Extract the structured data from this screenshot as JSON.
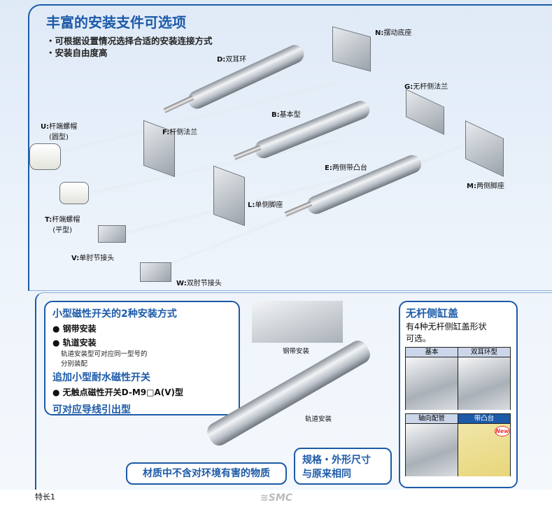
{
  "header": {
    "title": "丰富的安装支件可选项",
    "bullets": [
      "・可根据设置情况选择合适的安装连接方式",
      "・安装自由度高"
    ]
  },
  "parts": {
    "D": {
      "code": "D:",
      "name": "双耳环"
    },
    "N": {
      "code": "N:",
      "name": "摆动底座"
    },
    "B": {
      "code": "B:",
      "name": "基本型"
    },
    "G": {
      "code": "G:",
      "name": "无杆侧法兰"
    },
    "U": {
      "code": "U:",
      "name": "杆端螺帽",
      "sub": "(圆型)"
    },
    "F": {
      "code": "F:",
      "name": "杆侧法兰"
    },
    "E": {
      "code": "E:",
      "name": "两侧带凸台"
    },
    "M": {
      "code": "M:",
      "name": "两侧脚座"
    },
    "L": {
      "code": "L:",
      "name": "单侧脚座"
    },
    "T": {
      "code": "T:",
      "name": "杆端螺帽",
      "sub": "(平型)"
    },
    "V": {
      "code": "V:",
      "name": "单肘节接头"
    },
    "W": {
      "code": "W:",
      "name": "双肘节接头"
    }
  },
  "switch_box": {
    "heading1": "小型磁性开关的2种安装方式",
    "item1": "● 钢带安装",
    "item2": "● 轨道安装",
    "note": [
      "轨道安装型可对应同一型号的",
      "分别装配"
    ],
    "heading2": "追加小型耐水磁性开关",
    "item3": "● 无触点磁性开关D-M9□A(V)型",
    "heading3": "可对应导线引出型"
  },
  "photo_labels": {
    "band": "钢带安装",
    "rail": "轨道安装"
  },
  "cover_box": {
    "heading": "无杆侧缸盖",
    "text": [
      "有4种无杆侧缸盖形状",
      "可选。"
    ],
    "cells": [
      "基本",
      "双耳环型",
      "轴向配管",
      "带凸台"
    ],
    "new_badge": "New"
  },
  "pills": {
    "material": "材质中不含对环境有害的物质",
    "spec": [
      "规格・外形尺寸",
      "与原来相同"
    ]
  },
  "footer": {
    "page": "特长1",
    "logo": "SMC"
  },
  "colors": {
    "accent": "#1d5aa8"
  }
}
